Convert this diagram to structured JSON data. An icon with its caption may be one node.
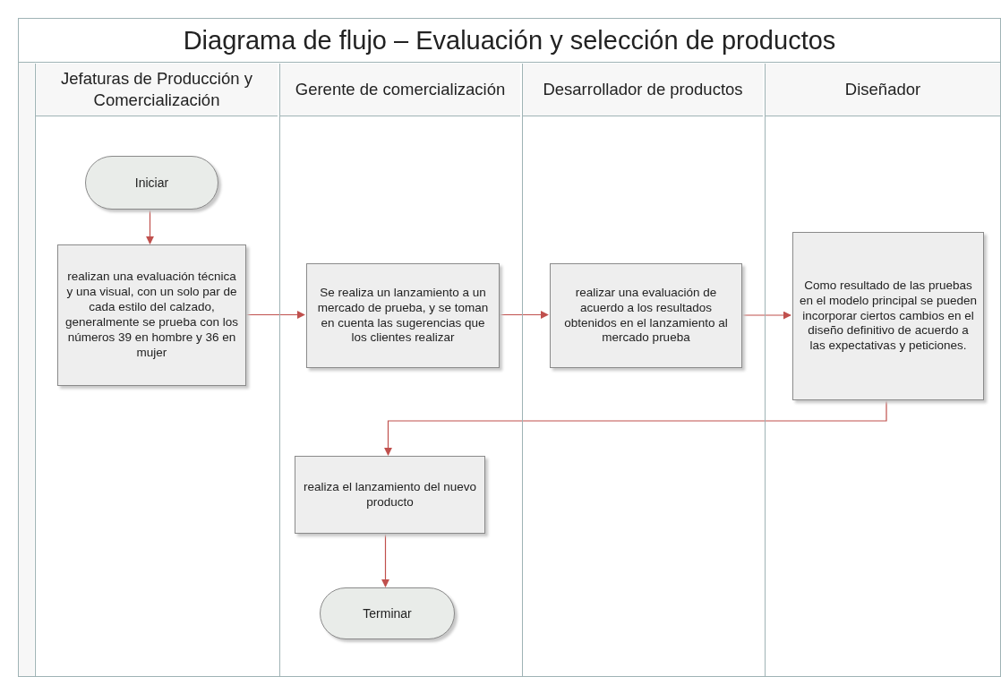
{
  "diagram": {
    "title": "Diagrama de flujo – Evaluación y selección de productos",
    "nodes": [
      {
        "text": [],
        "shape": "box"
      },
      {
        "text": [
          "Jefaturas de Producción y Comercialización"
        ],
        "in": 0
      },
      {
        "text": [
          "Gerente de comercialización"
        ],
        "in": 0
      },
      {
        "text": [
          "Desarrollador de productos"
        ],
        "in": 0
      },
      {
        "text": [
          "Diseñador"
        ],
        "in": 0
      },
      {
        "text": [
          "Iniciar"
        ],
        "in": 1
      },
      {
        "text": [
          "realizan una evaluación técnica y una visual, con un solo par de cada estilo del calzado, generalmente se prueba con los números 39 en hombre y 36 en mujer"
        ],
        "in": 1
      },
      {
        "text": [
          "Se realiza un lanzamiento a un mercado de prueba, y se toman en cuenta las sugerencias que los clientes realizar"
        ],
        "in": 2
      },
      {
        "text": [
          "realizar una evaluación de acuerdo a los resultados obtenidos en el lanzamiento al mercado prueba"
        ],
        "in": 3
      },
      {
        "text": [
          "Como resultado de las pruebas en el modelo principal se pueden incorporar ciertos cambios en el diseño definitivo de acuerdo a las expectativas y peticiones."
        ],
        "in": 4
      },
      {
        "text": [
          "realiza el lanzamiento del nuevo producto"
        ],
        "in": 2
      },
      {
        "text": [
          "Terminar"
        ],
        "in": 2
      }
    ],
    "edges": [
      {
        "from": 5,
        "to": 6,
        "arrow": "to"
      },
      {
        "from": 6,
        "to": 7,
        "arrow": "to"
      },
      {
        "from": 7,
        "to": 8,
        "arrow": "to"
      },
      {
        "from": 8,
        "to": 9,
        "arrow": "to"
      },
      {
        "from": 9,
        "to": 10,
        "arrow": "to"
      },
      {
        "from": 10,
        "to": 11,
        "arrow": "to"
      }
    ]
  }
}
